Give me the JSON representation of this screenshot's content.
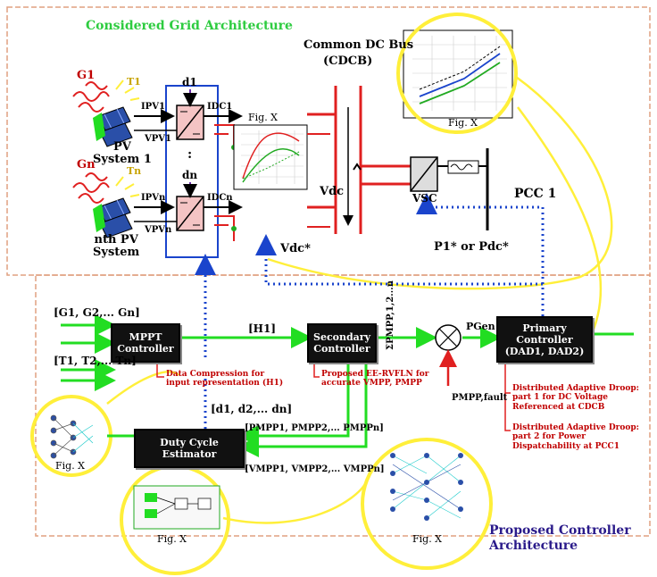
{
  "titles": {
    "grid_architecture": "Considered Grid Architecture",
    "controller_architecture": "Proposed Controller Architecture"
  },
  "pv": {
    "g1": "G1",
    "t1": "T1",
    "gn": "Gn",
    "tn": "Tn",
    "ipv1": "IPV1",
    "vpv1": "VPV1",
    "ipvn": "IPVn",
    "vpvn": "VPVn",
    "d1": "d1",
    "dn": "dn",
    "idc1": "IDC1",
    "idcn": "IDCn",
    "system1": "PV\nSystem 1",
    "systemn": "nth PV\nSystem",
    "dots": ":"
  },
  "bus": {
    "title": "Common DC Bus",
    "abbr": "(CDCB)",
    "vdc": "Vdc",
    "vdc_ref": "Vdc*"
  },
  "vsc": {
    "label": "VSC",
    "pcc": "PCC 1",
    "power_ref": "P1* or Pdc*"
  },
  "figures": {
    "fig_x": "Fig. X"
  },
  "controller": {
    "irradiance_in": "[G1, G2,... Gn]",
    "temperature_in": "[T1, T2,... Tn]",
    "mppt": "MPPT\nController",
    "h_signal": "[H1]",
    "secondary": "Secondary\nController",
    "sum_pmpp": "ΣPMPP,1,2...n",
    "p_gen": "PGen",
    "primary": "Primary\nController\n(DAD1, DAD2)",
    "p_mpp_fault": "PMPP,fault",
    "duty_out": "[d1, d2,... dn]",
    "duty_estimator": "Duty Cycle\nEstimator",
    "pmpp_list": "[PMPP1, PMPP2,... PMPPn]",
    "vmpp_list": "[VMPP1, VMPP2,... VMPPn]",
    "note_compression": "Data Compression for\ninput representation (H1)",
    "note_rvfln": "Proposed EE-RVFLN for\naccurate VMPP, PMPP",
    "note_dad1": "Distributed Adaptive Droop:\npart 1 for DC Voltage\nReferenced at CDCB",
    "note_dad2": "Distributed Adaptive Droop:\npart 2 for Power\nDispatchability at PCC1"
  },
  "colors": {
    "green": "#22dd22",
    "yellow": "#ffef3a",
    "red": "#e02020",
    "blue": "#1a44cc",
    "border": "#e0a080"
  }
}
